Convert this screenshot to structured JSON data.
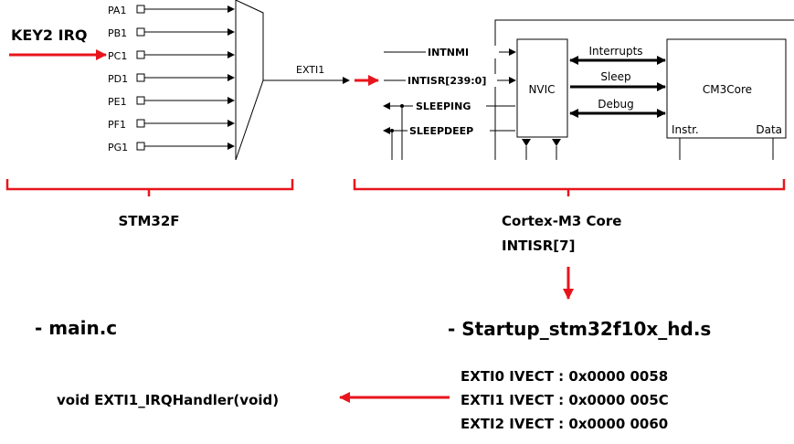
{
  "left_labels": {
    "key_irq": "KEY2 IRQ",
    "pins": [
      "PA1",
      "PB1",
      "PC1",
      "PD1",
      "PE1",
      "PF1",
      "PG1"
    ],
    "exti_line": "EXTI1",
    "chip_name": "STM32F"
  },
  "core": {
    "inputs": [
      "INTNMI",
      "INTISR[239:0]"
    ],
    "outputs": [
      "SLEEPING",
      "SLEEPDEEP"
    ],
    "nvic": "NVIC",
    "buses": [
      "Interrupts",
      "Sleep",
      "Debug"
    ],
    "cpu": "CM3Core",
    "cpu_ports": [
      "Instr.",
      "Data"
    ],
    "title_line1": "Cortex-M3  Core",
    "title_line2": "INTISR[7]"
  },
  "files": {
    "main_file": "- main.c",
    "startup_file": "- Startup_stm32f10x_hd.s",
    "handler": "void  EXTI1_IRQHandler(void)",
    "vectors": [
      "EXTI0  IVECT  :  0x0000  0058",
      "EXTI1  IVECT  :  0x0000  005C",
      "EXTI2  IVECT  :  0x0000  0060"
    ]
  },
  "colors": {
    "accent": "#e8141c",
    "line": "#000000"
  }
}
